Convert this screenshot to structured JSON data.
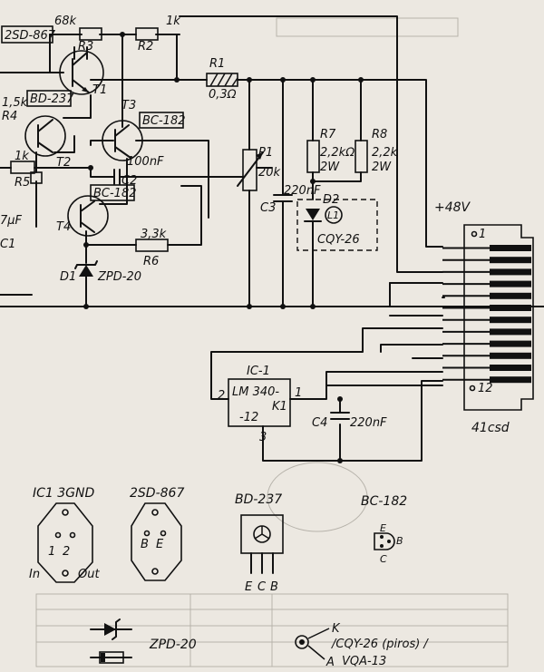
{
  "labels": {
    "r3_val": "68k",
    "r3": "R3",
    "r2_val": "1k",
    "r2": "R2",
    "r1": "R1",
    "r1_val": "0,3Ω",
    "t1_type": "2SD-867",
    "t1": "T1",
    "r4_val": "1,5k",
    "r4": "R4",
    "t2_type": "BD-237",
    "t2": "T2",
    "t3": "T3",
    "t3_type": "BC-182",
    "r5_val": "1k",
    "r5": "R5",
    "c2_val": "100nF",
    "c2": "C2",
    "t4_type": "BC-182",
    "t4": "T4",
    "r6_val": "3,3k",
    "r6": "R6",
    "d1": "D1",
    "d1_type": "ZPD-20",
    "c1_val": "7µF",
    "c1": "C1",
    "p1": "P1",
    "p1_val": "20k",
    "c3": "C3",
    "c3_val": "220nF",
    "r7": "R7",
    "r7_val": "2,2kΩ",
    "r7_w": "2W",
    "r8": "R8",
    "r8_val": "2,2k",
    "r8_w": "2W",
    "d2": "D2",
    "l1": "L1",
    "d2_type": "CQY-26",
    "supply": "+48V",
    "pin1": "1",
    "pin12": "12",
    "connector": "41csd",
    "ic1": "IC-1",
    "ic1_type": "LM 340-",
    "ic1_k": "K1",
    "ic1_12": "-12",
    "ic1_pin1": "1",
    "ic1_pin2": "2",
    "ic1_pin3": "3",
    "c4": "C4",
    "c4_val": "220nF"
  },
  "legend": {
    "ic1_title": "IC1 3GND",
    "ic1_pin1": "1",
    "ic1_pin2": "2",
    "ic1_in": "In",
    "ic1_out": "Out",
    "sd_title": "2SD-867",
    "sd_b": "B",
    "sd_e": "E",
    "bd_title": "BD-237",
    "bd_e": "E",
    "bd_c": "C",
    "bd_b": "B",
    "bc_title": "BC-182",
    "bc_e": "E",
    "bc_b": "B",
    "bc_c": "C",
    "zpd": "ZPD-20",
    "led_k": "K",
    "led_line1": "/CQY-26 (piros) /",
    "led_a": "A",
    "led_line2": "VQA-13"
  }
}
